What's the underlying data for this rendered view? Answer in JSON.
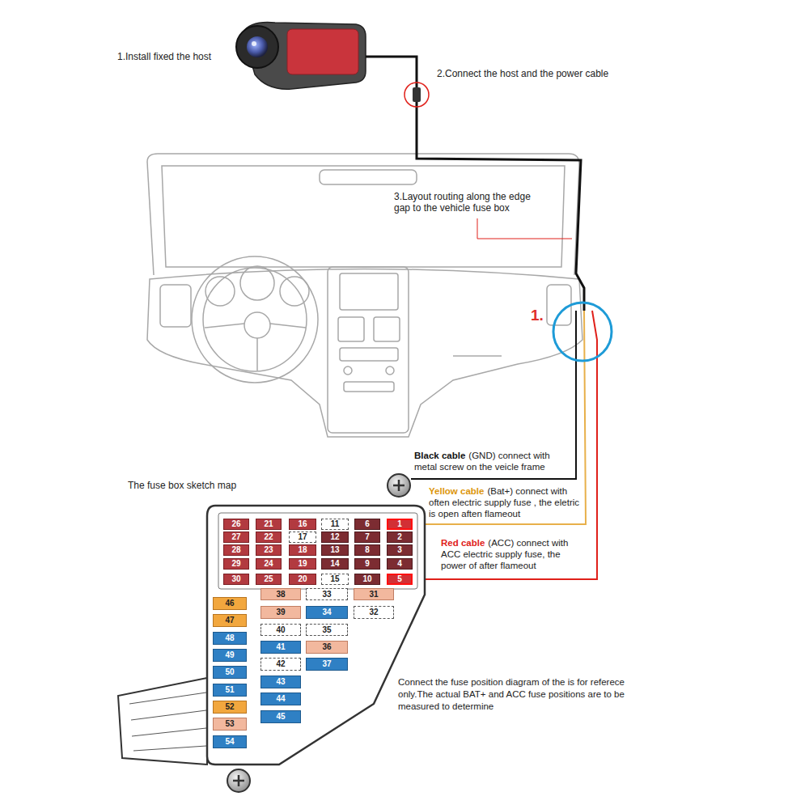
{
  "diagram": {
    "nodes": [
      {
        "text": [
          "The fuse box sketch map"
        ]
      },
      {
        "text": [
          "26"
        ],
        "in": 0
      },
      {
        "text": [
          "21"
        ],
        "in": 0
      },
      {
        "text": [
          "16"
        ],
        "in": 0
      },
      {
        "text": [
          "11"
        ],
        "in": 0
      },
      {
        "text": [
          "6"
        ],
        "in": 0
      },
      {
        "text": [
          "1"
        ],
        "in": 0
      },
      {
        "text": [
          "27"
        ],
        "in": 0
      },
      {
        "text": [
          "22"
        ],
        "in": 0
      },
      {
        "text": [
          "17"
        ],
        "in": 0
      },
      {
        "text": [
          "12"
        ],
        "in": 0
      },
      {
        "text": [
          "7"
        ],
        "in": 0
      },
      {
        "text": [
          "2"
        ],
        "in": 0
      },
      {
        "text": [
          "28"
        ],
        "in": 0
      },
      {
        "text": [
          "23"
        ],
        "in": 0
      },
      {
        "text": [
          "18"
        ],
        "in": 0
      },
      {
        "text": [
          "13"
        ],
        "in": 0
      },
      {
        "text": [
          "8"
        ],
        "in": 0
      },
      {
        "text": [
          "3"
        ],
        "in": 0
      },
      {
        "text": [
          "29"
        ],
        "in": 0
      },
      {
        "text": [
          "24"
        ],
        "in": 0
      },
      {
        "text": [
          "19"
        ],
        "in": 0
      },
      {
        "text": [
          "14"
        ],
        "in": 0
      },
      {
        "text": [
          "9"
        ],
        "in": 0
      },
      {
        "text": [
          "4"
        ],
        "in": 0
      },
      {
        "text": [
          "30"
        ],
        "in": 0
      },
      {
        "text": [
          "25"
        ],
        "in": 0
      },
      {
        "text": [
          "20"
        ],
        "in": 0
      },
      {
        "text": [
          "15"
        ],
        "in": 0
      },
      {
        "text": [
          "10"
        ],
        "in": 0
      },
      {
        "text": [
          "5"
        ],
        "in": 0
      },
      {
        "text": [
          "38"
        ],
        "in": 0
      },
      {
        "text": [
          "33"
        ],
        "in": 0
      },
      {
        "text": [
          "31"
        ],
        "in": 0
      },
      {
        "text": [
          "46"
        ],
        "in": 0
      },
      {
        "text": [
          "39"
        ],
        "in": 0
      },
      {
        "text": [
          "34"
        ],
        "in": 0
      },
      {
        "text": [
          "32"
        ],
        "in": 0
      },
      {
        "text": [
          "47"
        ],
        "in": 0
      },
      {
        "text": [
          "40"
        ],
        "in": 0
      },
      {
        "text": [
          "35"
        ],
        "in": 0
      },
      {
        "text": [
          "48"
        ],
        "in": 0
      },
      {
        "text": [
          "41"
        ],
        "in": 0
      },
      {
        "text": [
          "36"
        ],
        "in": 0
      },
      {
        "text": [
          "49"
        ],
        "in": 0
      },
      {
        "text": [
          "42"
        ],
        "in": 0
      },
      {
        "text": [
          "37"
        ],
        "in": 0
      },
      {
        "text": [
          "50"
        ],
        "in": 0
      },
      {
        "text": [
          "43"
        ],
        "in": 0
      },
      {
        "text": [
          "51"
        ],
        "in": 0
      },
      {
        "text": [
          "44"
        ],
        "in": 0
      },
      {
        "text": [
          "52"
        ],
        "in": 0
      },
      {
        "text": [
          "45"
        ],
        "in": 0
      },
      {
        "text": [
          "53"
        ],
        "in": 0
      },
      {
        "text": [
          "54"
        ],
        "in": 0
      }
    ],
    "labels": [
      "1.Install fixed the host",
      "2.Connect the host and the power cable",
      "3.Layout routing along the edge gap to the vehicle fuse box",
      "1.",
      "Black cable",
      "(GND) connect with metal screw on the veicle frame",
      "Yellow cable",
      "(Bat+) connect with often electric supply fuse , the eletric is open aften flameout",
      "Red cable",
      "(ACC) connect with ACC electric supply fuse, the power of after flameout",
      "Connect the fuse position diagram of the is for referece only.The actual BAT+ and ACC fuse positions are to be measured to determine"
    ]
  }
}
